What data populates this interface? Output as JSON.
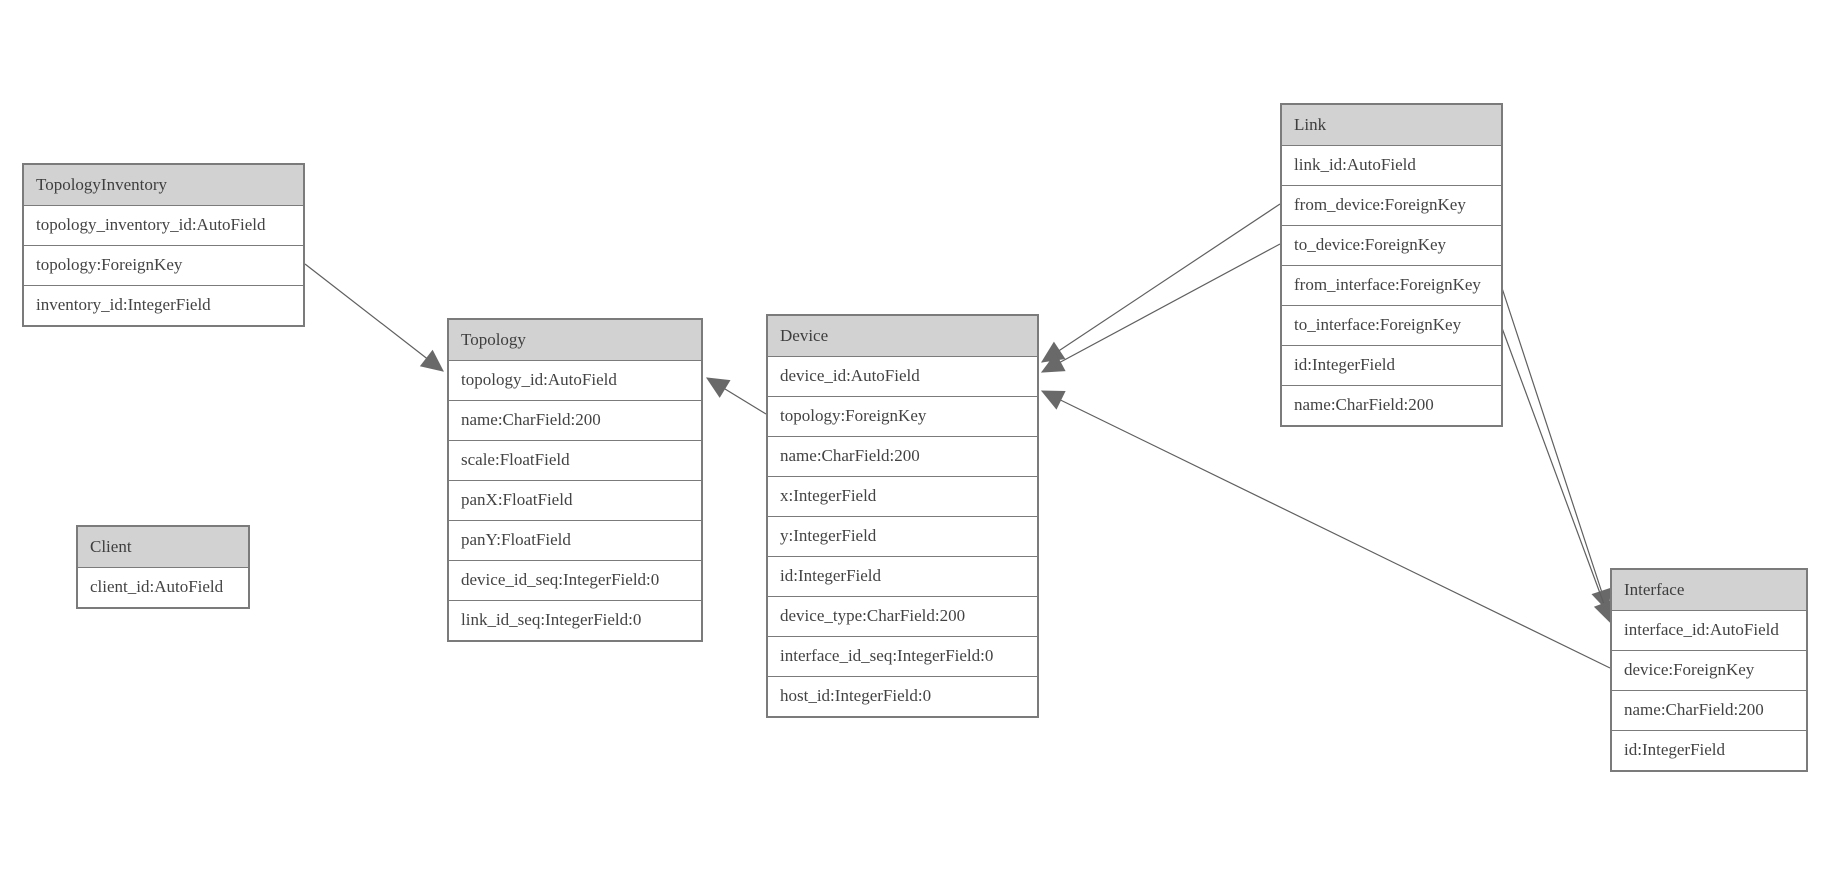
{
  "diagram": {
    "background": "#ffffff",
    "colors": {
      "header_fill": "#d2d2d2",
      "border": "#7b7b7b",
      "text": "#434343",
      "relation_line": "#5f5f5f",
      "arrowhead_fill": "#696969"
    },
    "tables": [
      {
        "name": "TopologyInventory",
        "fields": [
          "topology_inventory_id:AutoField",
          "topology:ForeignKey",
          "inventory_id:IntegerField"
        ]
      },
      {
        "name": "Topology",
        "fields": [
          "topology_id:AutoField",
          "name:CharField:200",
          "scale:FloatField",
          "panX:FloatField",
          "panY:FloatField",
          "device_id_seq:IntegerField:0",
          "link_id_seq:IntegerField:0"
        ]
      },
      {
        "name": "Client",
        "fields": [
          "client_id:AutoField"
        ]
      },
      {
        "name": "Device",
        "fields": [
          "device_id:AutoField",
          "topology:ForeignKey",
          "name:CharField:200",
          "x:IntegerField",
          "y:IntegerField",
          "id:IntegerField",
          "device_type:CharField:200",
          "interface_id_seq:IntegerField:0",
          "host_id:IntegerField:0"
        ]
      },
      {
        "name": "Link",
        "fields": [
          "link_id:AutoField",
          "from_device:ForeignKey",
          "to_device:ForeignKey",
          "from_interface:ForeignKey",
          "to_interface:ForeignKey",
          "id:IntegerField",
          "name:CharField:200"
        ]
      },
      {
        "name": "Interface",
        "fields": [
          "interface_id:AutoField",
          "device:ForeignKey",
          "name:CharField:200",
          "id:IntegerField"
        ]
      }
    ],
    "relations": [
      {
        "from": "TopologyInventory.topology",
        "to": "Topology.topology_id"
      },
      {
        "from": "Device.topology",
        "to": "Topology.topology_id"
      },
      {
        "from": "Link.from_device",
        "to": "Device.device_id"
      },
      {
        "from": "Link.to_device",
        "to": "Device.device_id"
      },
      {
        "from": "Interface.device",
        "to": "Device.device_id"
      },
      {
        "from": "Link.from_interface",
        "to": "Interface.interface_id"
      },
      {
        "from": "Link.to_interface",
        "to": "Interface.interface_id"
      }
    ]
  }
}
